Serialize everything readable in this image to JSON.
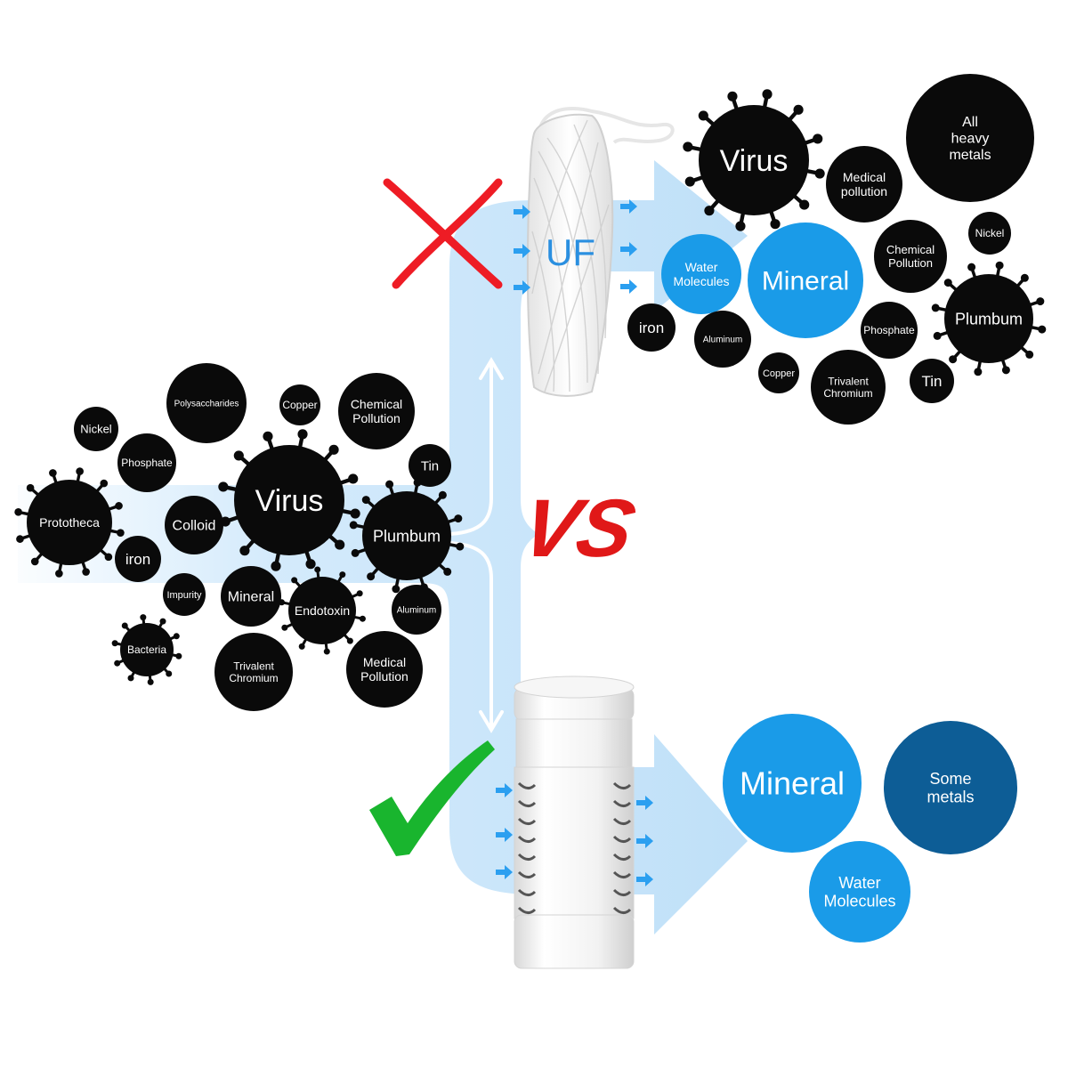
{
  "vs_label": "VS",
  "uf_label": "UF",
  "input": {
    "particles": [
      {
        "id": "nickel",
        "label": "Nickel",
        "kind": "black",
        "spiky": false
      },
      {
        "id": "polysaccharides",
        "label": "Polysaccharides",
        "kind": "black",
        "spiky": false
      },
      {
        "id": "copper",
        "label": "Copper",
        "kind": "black",
        "spiky": false
      },
      {
        "id": "chemical-pollution",
        "label": "Chemical Pollution",
        "kind": "black",
        "spiky": false
      },
      {
        "id": "phosphate",
        "label": "Phosphate",
        "kind": "black",
        "spiky": false
      },
      {
        "id": "virus",
        "label": "Virus",
        "kind": "black",
        "spiky": true
      },
      {
        "id": "tin",
        "label": "Tin",
        "kind": "black",
        "spiky": false
      },
      {
        "id": "prototheca",
        "label": "Prototheca",
        "kind": "black",
        "spiky": true
      },
      {
        "id": "colloid",
        "label": "Colloid",
        "kind": "black",
        "spiky": false
      },
      {
        "id": "plumbum",
        "label": "Plumbum",
        "kind": "black",
        "spiky": true
      },
      {
        "id": "iron",
        "label": "iron",
        "kind": "black",
        "spiky": false
      },
      {
        "id": "impurity",
        "label": "Impurity",
        "kind": "black",
        "spiky": false
      },
      {
        "id": "mineral",
        "label": "Mineral",
        "kind": "black",
        "spiky": false
      },
      {
        "id": "endotoxin",
        "label": "Endotoxin",
        "kind": "black",
        "spiky": true
      },
      {
        "id": "aluminum",
        "label": "Aluminum",
        "kind": "black",
        "spiky": false
      },
      {
        "id": "bacteria",
        "label": "Bacteria",
        "kind": "black",
        "spiky": true
      },
      {
        "id": "trivalent-chromium",
        "label": "Trivalent Chromium",
        "kind": "black",
        "spiky": false
      },
      {
        "id": "medical-pollution",
        "label": "Medical Pollution",
        "kind": "black",
        "spiky": false
      }
    ]
  },
  "uf_output": {
    "particles": [
      {
        "id": "virus",
        "label": "Virus",
        "kind": "black",
        "spiky": true
      },
      {
        "id": "all-heavy-metals",
        "label": "All heavy metals",
        "kind": "black",
        "spiky": false
      },
      {
        "id": "medical-pollution",
        "label": "Medical pollution",
        "kind": "black",
        "spiky": false
      },
      {
        "id": "water-molecules",
        "label": "Water Molecules",
        "kind": "blue",
        "spiky": false
      },
      {
        "id": "mineral",
        "label": "Mineral",
        "kind": "blue",
        "spiky": false
      },
      {
        "id": "chemical-pollution",
        "label": "Chemical Pollution",
        "kind": "black",
        "spiky": false
      },
      {
        "id": "nickel",
        "label": "Nickel",
        "kind": "black",
        "spiky": false
      },
      {
        "id": "iron",
        "label": "iron",
        "kind": "black",
        "spiky": false
      },
      {
        "id": "aluminum",
        "label": "Aluminum",
        "kind": "black",
        "spiky": false
      },
      {
        "id": "phosphate",
        "label": "Phosphate",
        "kind": "black",
        "spiky": false
      },
      {
        "id": "plumbum",
        "label": "Plumbum",
        "kind": "black",
        "spiky": true
      },
      {
        "id": "copper",
        "label": "Copper",
        "kind": "black",
        "spiky": false
      },
      {
        "id": "trivalent-chromium",
        "label": "Trivalent Chromium",
        "kind": "black",
        "spiky": false
      },
      {
        "id": "tin",
        "label": "Tin",
        "kind": "black",
        "spiky": false
      }
    ]
  },
  "cartridge_output": {
    "particles": [
      {
        "id": "mineral",
        "label": "Mineral",
        "kind": "blue",
        "spiky": false
      },
      {
        "id": "some-metals",
        "label": "Some metals",
        "kind": "darkblue",
        "spiky": false
      },
      {
        "id": "water-molecules",
        "label": "Water Molecules",
        "kind": "blue",
        "spiky": false
      }
    ]
  },
  "colors": {
    "black_particle": "#0a0a0a",
    "blue_particle": "#1a9be8",
    "dark_blue_particle": "#0d5d96",
    "flow": "#bfe0f8",
    "small_arrow": "#2b9ff0",
    "cross": "#ee1c25",
    "check": "#19b52e",
    "vs": "#e01818"
  }
}
